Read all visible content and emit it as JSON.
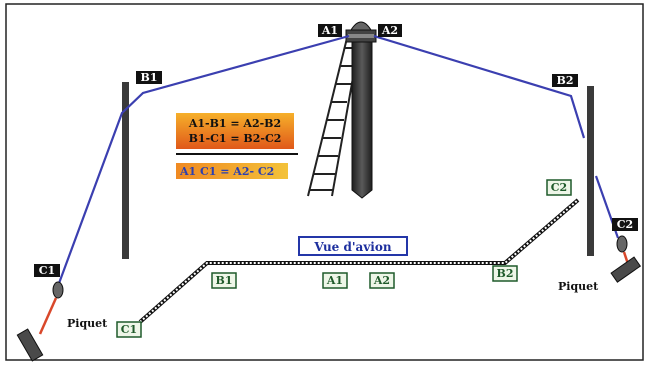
{
  "labels": {
    "a1": "A1",
    "a2": "A2",
    "b1": "B1",
    "b2": "B2",
    "c1": "C1",
    "c2": "C2"
  },
  "ground_labels": {
    "c1": "C1",
    "b1": "B1",
    "a1": "A1",
    "a2": "A2",
    "b2": "B2",
    "c2": "C2"
  },
  "equations": {
    "line1": "A1-B1 = A2-B2",
    "line2": "B1-C1 = B2-C2",
    "line3": "A1 C1 = A2- C2"
  },
  "view_label": "Vue d'avion",
  "stake_left": "Piquet",
  "stake_right": "Piquet",
  "colors": {
    "rope": "#3b3fb0",
    "pole": "#3a3a3a",
    "stake_rope": "#d9482b",
    "ground_box_fill": "#eef6e8",
    "ground_box_stroke": "#1f5a2a",
    "equation_orange_top": "#f29a1a",
    "equation_orange_bottom": "#e2611a",
    "view_box_stroke": "#2436a8"
  }
}
